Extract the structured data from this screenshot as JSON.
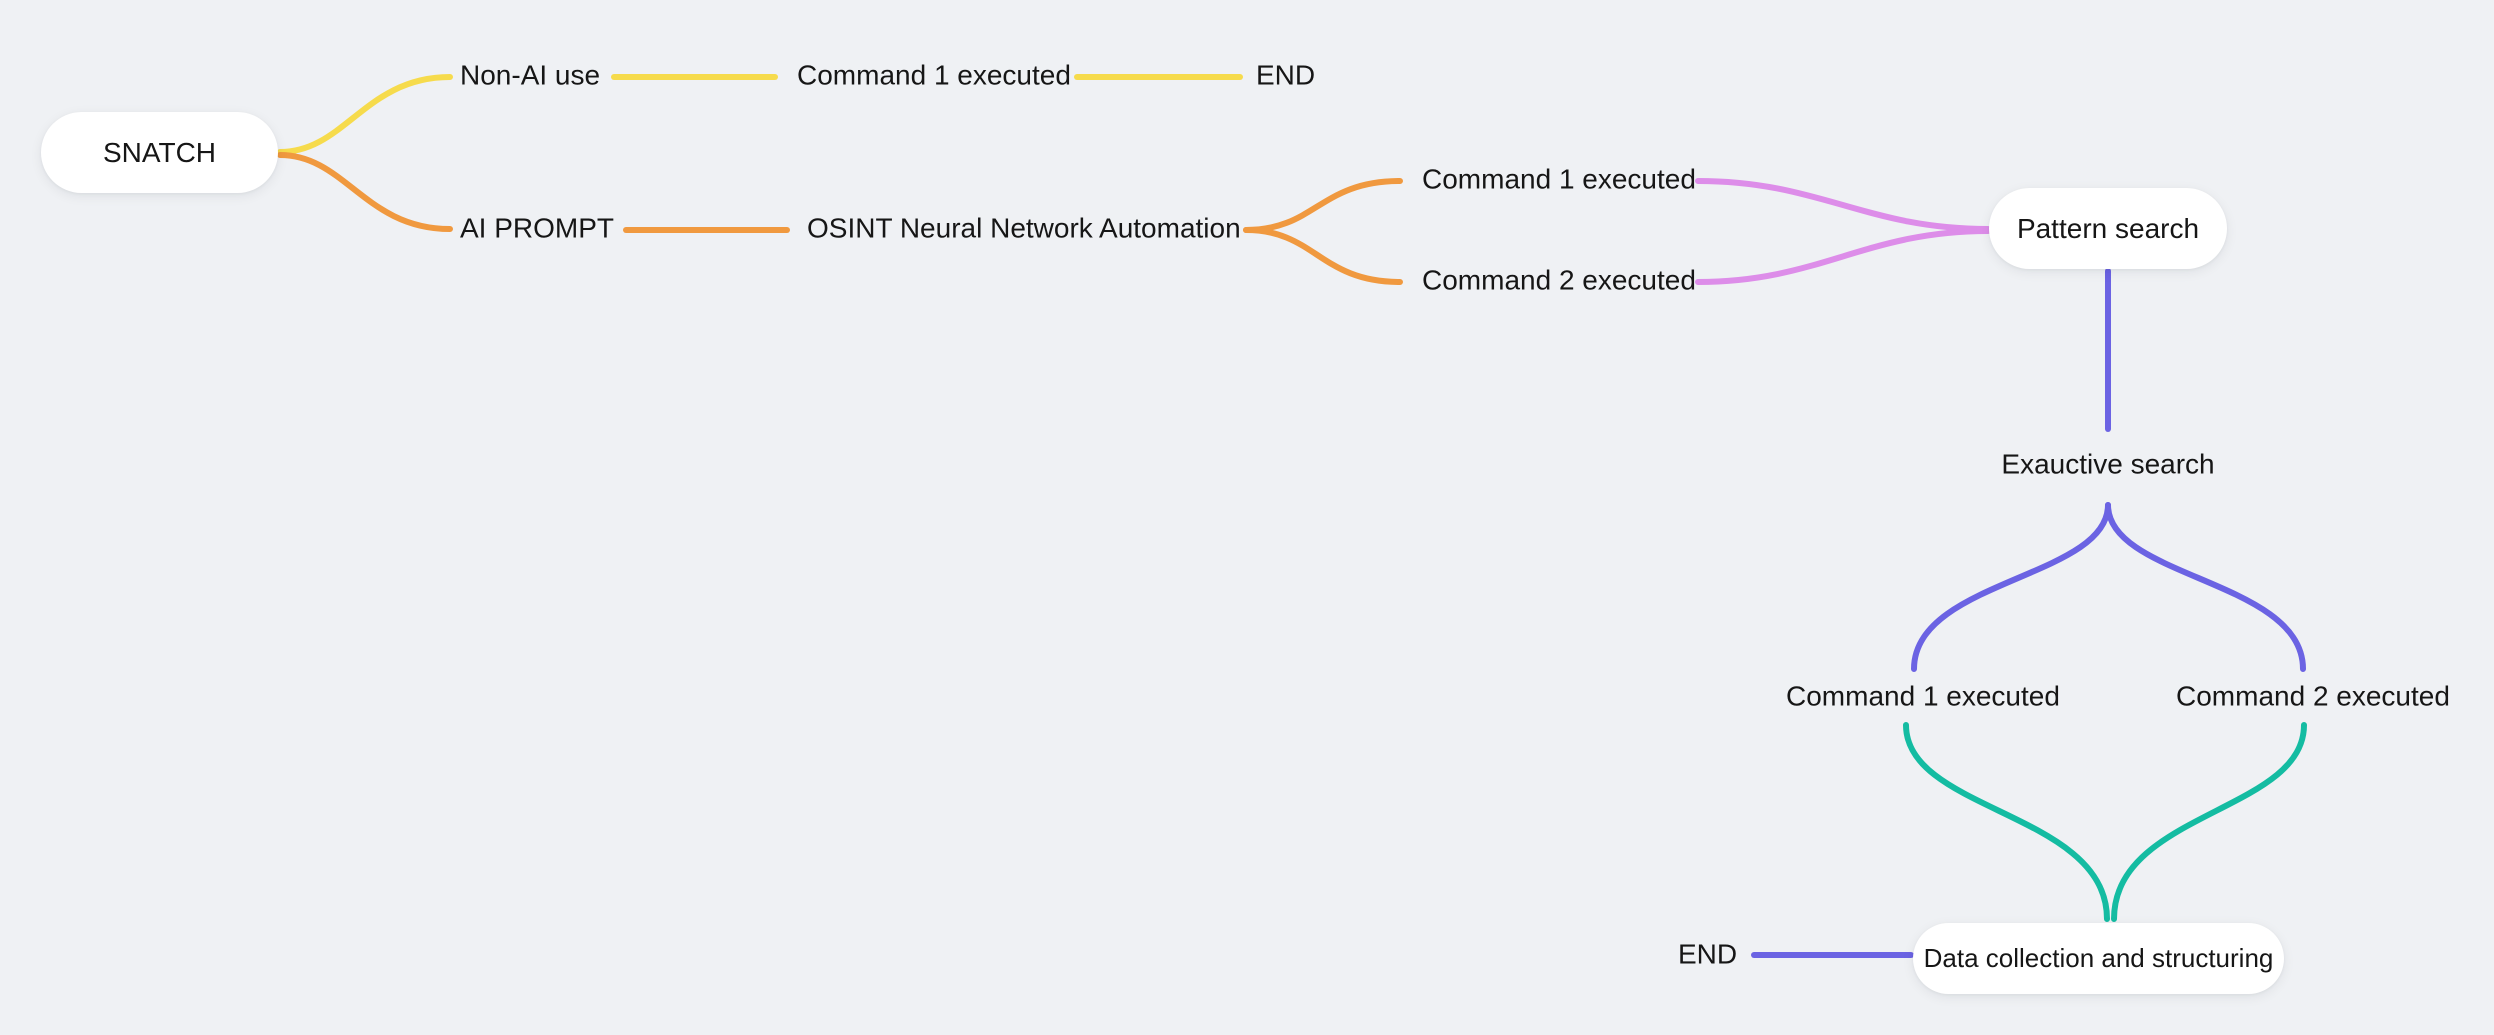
{
  "app": {
    "type": "mind-map-diagram",
    "background_color": "#EFF1F4",
    "node_fill_color": "#FFFFFF",
    "text_color": "#161616"
  },
  "colors": {
    "yellow": "#F6DB4C",
    "orange": "#F0993F",
    "violet": "#DD8DE9",
    "purple": "#6B63E3",
    "teal": "#14BCA2"
  },
  "nodes": {
    "root": {
      "label": "SNATCH"
    },
    "pattern_search": {
      "label": "Pattern search"
    },
    "data_collection": {
      "label": "Data collection and structuring"
    }
  },
  "labels": {
    "non_ai_use": "Non-AI use",
    "cmd1_top": "Command 1 executed",
    "end_top": "END",
    "ai_prompt": "AI PROMPT",
    "osint": "OSINT Neural Network Automation",
    "cmd1_mid": "Command 1 executed",
    "cmd2_mid": "Command 2 executed",
    "exauctive": "Exauctive search",
    "cmd1_bottom": "Command 1 executed",
    "cmd2_bottom": "Command 2 executed",
    "end_bottom": "END"
  },
  "structure_note": "SNATCH -> (Non-AI use -> Command 1 executed -> END) and (AI PROMPT -> OSINT Neural Network Automation -> Command 1/2 executed -> Pattern search -> Exauctive search -> Command 1/2 executed -> Data collection and structuring -> END)"
}
